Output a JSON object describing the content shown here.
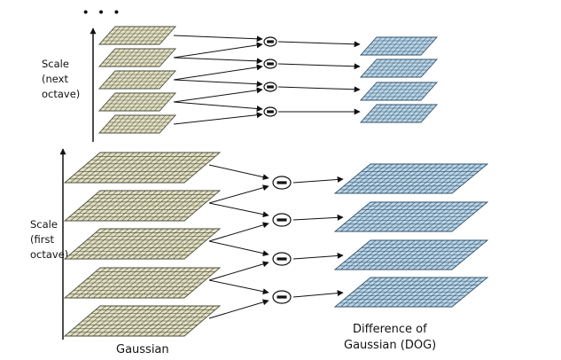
{
  "labels": {
    "ellipsis": "• • •",
    "scale_next_octave": [
      "Scale",
      "(next",
      "octave)"
    ],
    "scale_first_octave": [
      "Scale",
      "(first",
      "octave)"
    ],
    "gaussian": "Gaussian",
    "dog": [
      "Difference of",
      "Gaussian (DOG)"
    ],
    "minus": "−"
  },
  "colors": {
    "gaussian_fill": "#e4e2c4",
    "gaussian_line": "#4a4a3a",
    "dog_fill": "#bcd6e8",
    "dog_line": "#2f4f68",
    "stroke": "#111111"
  },
  "structure": {
    "octaves": [
      {
        "name": "next",
        "gaussian_levels": 5,
        "dog_levels": 4
      },
      {
        "name": "first",
        "gaussian_levels": 5,
        "dog_levels": 4
      }
    ]
  }
}
